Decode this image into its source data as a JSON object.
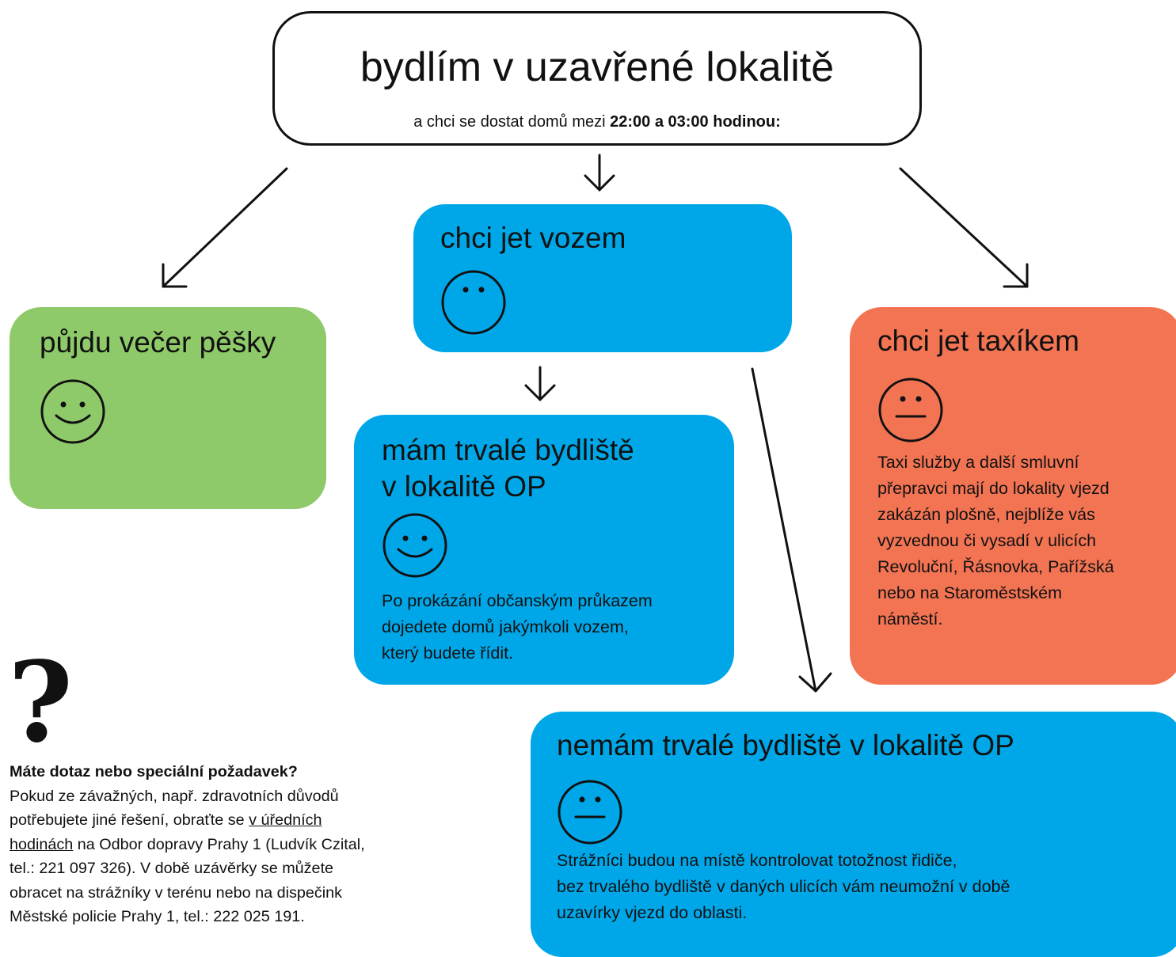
{
  "top": {
    "title": "bydlím v uzavřené lokalitě",
    "subtitle_prefix": "a chci se dostat domů mezi",
    "subtitle_bold": "22:00 a 03:00 hodinou:"
  },
  "walk": {
    "title": "půjdu večer pěšky",
    "face": "smile-face-icon"
  },
  "car": {
    "title": "chci jet vozem",
    "face": "neutral-face-icon"
  },
  "permanent": {
    "title_line1": "mám trvalé bydliště",
    "title_line2": "v lokalitě OP",
    "face": "smile-face-icon",
    "desc_line1": "Po prokázání občanským průkazem",
    "desc_line2": "dojedete domů jakýmkoli vozem,",
    "desc_line3": "který budete řídit."
  },
  "no_permanent": {
    "title": "nemám trvalé bydliště v lokalitě OP",
    "face": "flat-face-icon",
    "desc_line1": "Strážníci budou na místě kontrolovat totožnost řidiče,",
    "desc_line2": "bez trvalého bydliště v daných ulicích vám neumožní v době",
    "desc_line3": "uzavírky vjezd do oblasti."
  },
  "taxi": {
    "title": "chci jet taxíkem",
    "face": "flat-face-icon",
    "desc_line1": "Taxi služby a další smluvní",
    "desc_line2": "přepravci mají do lokality vjezd",
    "desc_line3": "zakázán plošně, nejblíže vás",
    "desc_line4": "vyzvednou či vysadí v ulicích",
    "desc_line5": "Revoluční, Řásnovka, Pařížská",
    "desc_line6": "nebo na Staroměstském",
    "desc_line7": "náměstí."
  },
  "help": {
    "question_mark": "?",
    "heading": "Máte dotaz nebo speciální požadavek?",
    "line1": "Pokud ze závažných, např. zdravotních důvodů",
    "line2_prefix": "potřebujete jiné řešení, obraťte se",
    "line2_link": "v úředních",
    "line3_link": "hodinách",
    "line3_suffix": "na Odbor dopravy Prahy 1 (Ludvík Czital,",
    "line4": "tel.: 221 097 326). V době uzávěrky se můžete",
    "line5": "obracet na strážníky v terénu nebo na dispečink",
    "line6": "Městské policie Prahy 1, tel.: 222 025 191."
  },
  "colors": {
    "green": "#8fca6a",
    "blue": "#00a7e8",
    "orange": "#f27453",
    "ink": "#111111"
  }
}
